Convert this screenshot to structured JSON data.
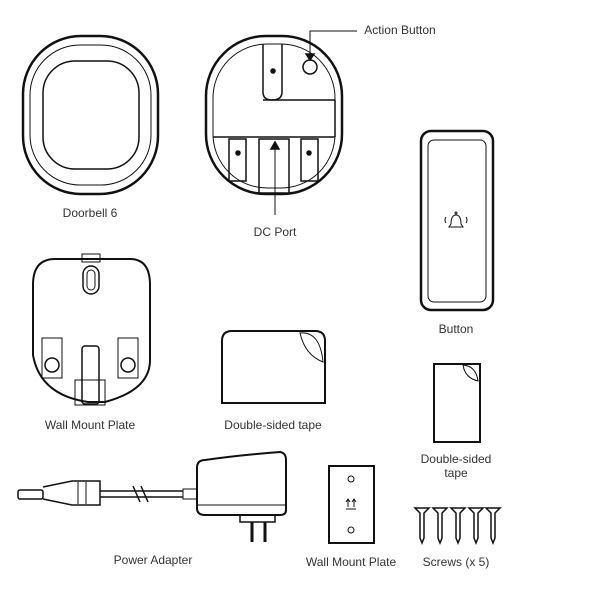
{
  "labels": {
    "doorbell": "Doorbell 6",
    "action_button": "Action Button",
    "dc_port": "DC Port",
    "button": "Button",
    "wall_mount_plate": "Wall Mount Plate",
    "double_sided_tape": "Double-sided tape",
    "double_sided_tape_small_line1": "Double-sided",
    "double_sided_tape_small_line2": "tape",
    "power_adapter": "Power Adapter",
    "wall_mount_plate_small": "Wall Mount Plate",
    "screws": "Screws (x 5)"
  },
  "colors": {
    "stroke": "#111111",
    "text": "#333333"
  }
}
